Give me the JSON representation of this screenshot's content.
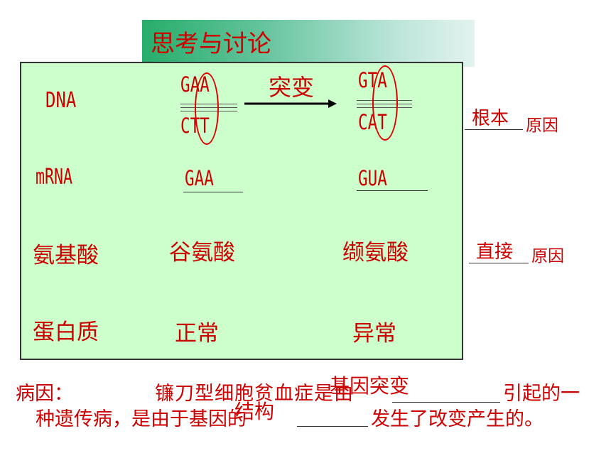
{
  "title": "思考与讨论",
  "rows": {
    "dna_label": "DNA",
    "mrna_label": "mRNA",
    "amino_label": "氨基酸",
    "protein_label": "蛋白质"
  },
  "normal": {
    "dna_top": "GAA",
    "dna_bottom": "CTT",
    "mrna": "GAA",
    "amino": "谷氨酸",
    "protein": "正常"
  },
  "mutant": {
    "dna_top": "GTA",
    "dna_bottom": "CAT",
    "mrna": "GUA",
    "amino": "缬氨酸",
    "protein": "异常"
  },
  "arrow_label": "突变",
  "root_cause": {
    "answer": "根本",
    "suffix": "原因"
  },
  "direct_cause": {
    "answer": "直接",
    "suffix": "原因"
  },
  "footer": {
    "label": "病因：",
    "line1_a": "镰刀型细胞贫血症是由",
    "line1_b": "引起的一",
    "line2_a": "种遗传病，是由于基因的",
    "line2_b": "发生了改变产生的。",
    "answer1": "基因突变",
    "answer2": "结构"
  }
}
